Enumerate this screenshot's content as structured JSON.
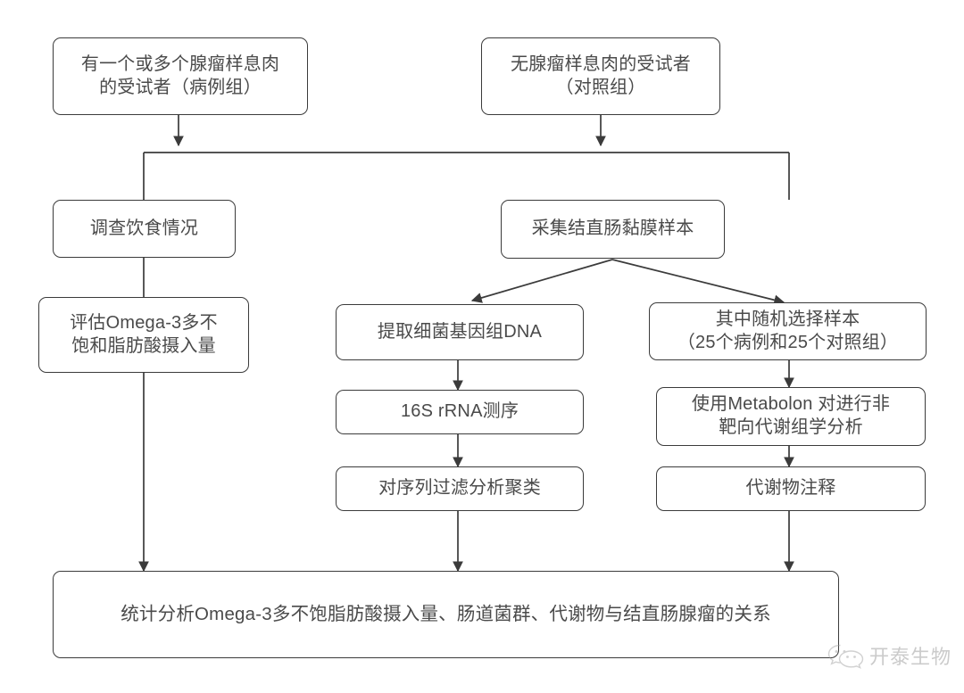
{
  "diagram": {
    "title": "Study workflow flowchart",
    "line_color": "#3b3b3b",
    "text_color": "#4a4a4a",
    "background": "#ffffff",
    "nodes": [
      {
        "id": "case_group",
        "label": "有一个或多个腺瘤样息肉\n的受试者（病例组）"
      },
      {
        "id": "control_group",
        "label": "无腺瘤样息肉的受试者\n（对照组）"
      },
      {
        "id": "diet_survey",
        "label": "调查饮食情况"
      },
      {
        "id": "collect_mucosa",
        "label": "采集结直肠黏膜样本"
      },
      {
        "id": "omega3_intake",
        "label": "评估Omega-3多不\n饱和脂肪酸摄入量"
      },
      {
        "id": "extract_dna",
        "label": "提取细菌基因组DNA"
      },
      {
        "id": "random_select",
        "label": "其中随机选择样本\n（25个病例和25个对照组）"
      },
      {
        "id": "seq_16s",
        "label": "16S rRNA测序"
      },
      {
        "id": "metabolon",
        "label": "使用Metabolon 对进行非\n靶向代谢组学分析"
      },
      {
        "id": "filter_cluster",
        "label": "对序列过滤分析聚类"
      },
      {
        "id": "metab_annot",
        "label": "代谢物注释"
      },
      {
        "id": "final_stats",
        "label": "统计分析Omega-3多不饱脂肪酸摄入量、肠道菌群、代谢物与结直肠腺瘤的关系"
      }
    ]
  },
  "watermark": {
    "icon": "wechat-icon",
    "text": "开泰生物"
  }
}
